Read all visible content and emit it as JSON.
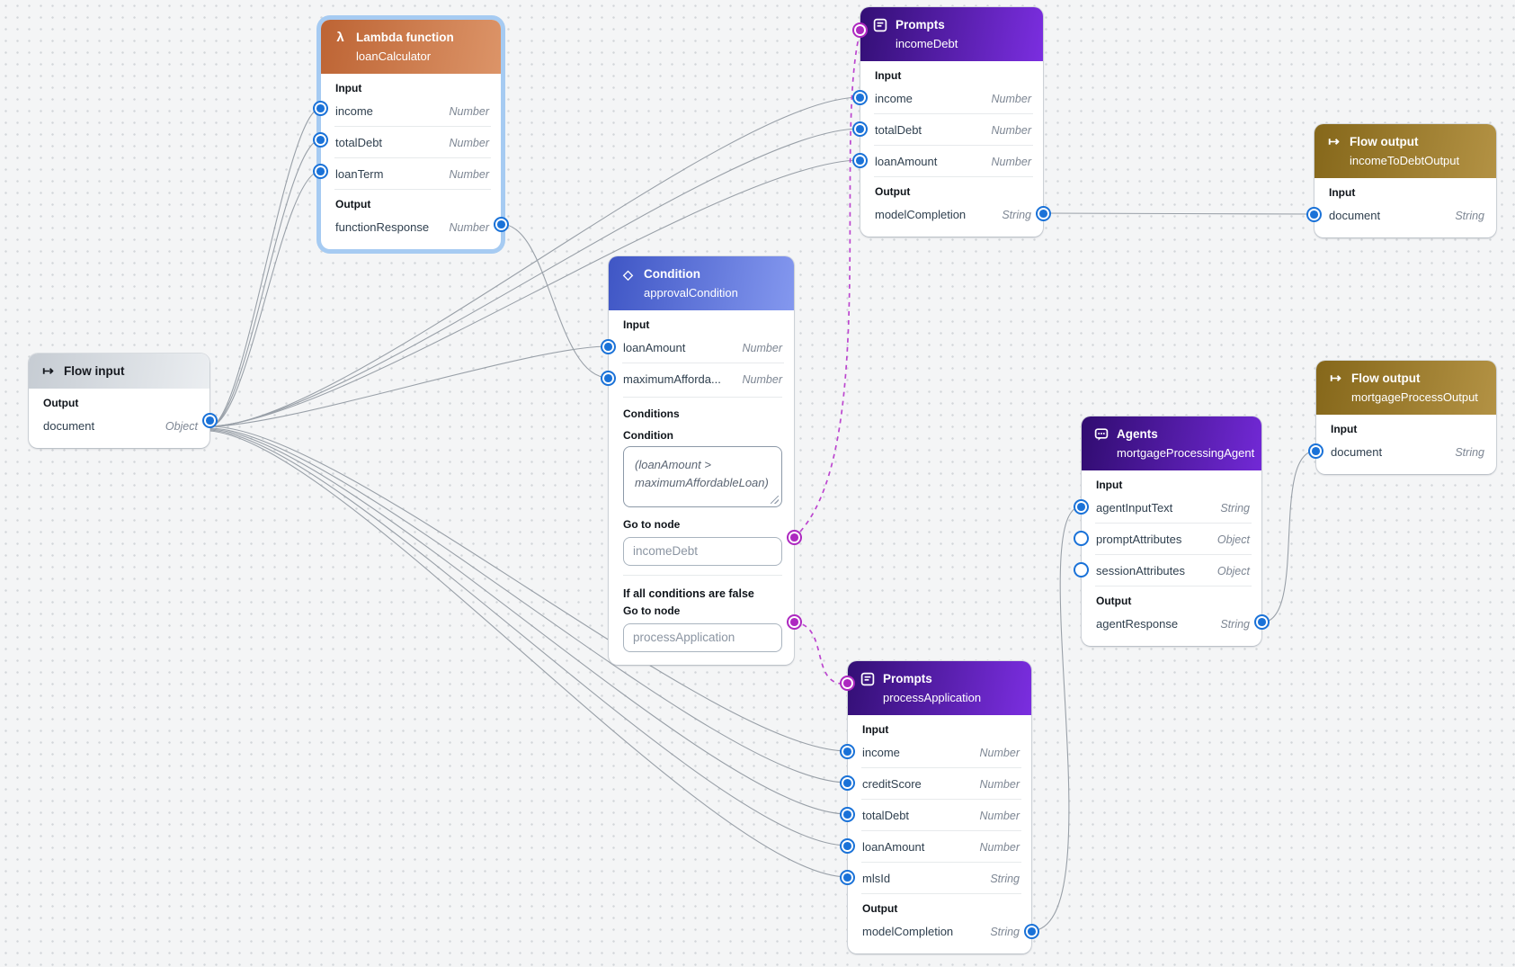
{
  "labels": {
    "input": "Input",
    "output": "Output",
    "conditions": "Conditions",
    "condition": "Condition",
    "go_to_node": "Go to node",
    "if_all_false": "If all conditions are false"
  },
  "colors": {
    "port_blue": "#1a72d8",
    "port_magenta": "#ad29c0",
    "edge_gray": "#99a0a8",
    "edge_condition_dashed": "#bc46cf",
    "header_flow_input": "#d8dde2",
    "header_lambda": "#c9763f",
    "header_prompts": "#5a1fbf",
    "header_condition": "#5570d8",
    "header_agents": "#521bc0",
    "header_flow_output": "#96782a",
    "selection_halo": "#a6cbf2"
  },
  "nodes": {
    "flowInput": {
      "type": "Flow input",
      "icon": "flow-arrow-icon",
      "outputs": [
        {
          "name": "document",
          "type": "Object"
        }
      ]
    },
    "loanCalculator": {
      "type": "Lambda function",
      "name": "loanCalculator",
      "icon": "lambda-icon",
      "selected": true,
      "inputs": [
        {
          "name": "income",
          "type": "Number"
        },
        {
          "name": "totalDebt",
          "type": "Number"
        },
        {
          "name": "loanTerm",
          "type": "Number"
        }
      ],
      "outputs": [
        {
          "name": "functionResponse",
          "type": "Number"
        }
      ]
    },
    "incomeDebt": {
      "type": "Prompts",
      "name": "incomeDebt",
      "icon": "prompt-document-icon",
      "inputs": [
        {
          "name": "income",
          "type": "Number"
        },
        {
          "name": "totalDebt",
          "type": "Number"
        },
        {
          "name": "loanAmount",
          "type": "Number"
        }
      ],
      "outputs": [
        {
          "name": "modelCompletion",
          "type": "String"
        }
      ]
    },
    "incomeToDebtOutput": {
      "type": "Flow output",
      "name": "incomeToDebtOutput",
      "icon": "flow-arrow-icon",
      "inputs": [
        {
          "name": "document",
          "type": "String"
        }
      ]
    },
    "approvalCondition": {
      "type": "Condition",
      "name": "approvalCondition",
      "icon": "diamond-icon",
      "inputs": [
        {
          "name": "loanAmount",
          "type": "Number"
        },
        {
          "name": "maximumAfforda...",
          "type": "Number"
        }
      ],
      "condition_expression": "(loanAmount > maximumAffordableLoan)",
      "goto_if_true": "incomeDebt",
      "goto_if_false": "processApplication"
    },
    "mortgageProcessingAgent": {
      "type": "Agents",
      "name": "mortgageProcessingAgent",
      "icon": "chat-bubble-icon",
      "inputs": [
        {
          "name": "agentInputText",
          "type": "String",
          "connected": true
        },
        {
          "name": "promptAttributes",
          "type": "Object",
          "connected": false
        },
        {
          "name": "sessionAttributes",
          "type": "Object",
          "connected": false
        }
      ],
      "outputs": [
        {
          "name": "agentResponse",
          "type": "String"
        }
      ]
    },
    "mortgageProcessOutput": {
      "type": "Flow output",
      "name": "mortgageProcessOutput",
      "icon": "flow-arrow-icon",
      "inputs": [
        {
          "name": "document",
          "type": "String"
        }
      ]
    },
    "processApplication": {
      "type": "Prompts",
      "name": "processApplication",
      "icon": "prompt-document-icon",
      "inputs": [
        {
          "name": "income",
          "type": "Number"
        },
        {
          "name": "creditScore",
          "type": "Number"
        },
        {
          "name": "totalDebt",
          "type": "Number"
        },
        {
          "name": "loanAmount",
          "type": "Number"
        },
        {
          "name": "mlsId",
          "type": "String"
        }
      ],
      "outputs": [
        {
          "name": "modelCompletion",
          "type": "String"
        }
      ]
    }
  },
  "edges": [
    {
      "from": "flowInput.document",
      "to": "loanCalculator.income",
      "style": "solid"
    },
    {
      "from": "flowInput.document",
      "to": "loanCalculator.totalDebt",
      "style": "solid"
    },
    {
      "from": "flowInput.document",
      "to": "loanCalculator.loanTerm",
      "style": "solid"
    },
    {
      "from": "flowInput.document",
      "to": "incomeDebt.income",
      "style": "solid"
    },
    {
      "from": "flowInput.document",
      "to": "incomeDebt.totalDebt",
      "style": "solid"
    },
    {
      "from": "flowInput.document",
      "to": "incomeDebt.loanAmount",
      "style": "solid"
    },
    {
      "from": "flowInput.document",
      "to": "approvalCondition.loanAmount",
      "style": "solid"
    },
    {
      "from": "flowInput.document",
      "to": "processApplication.income",
      "style": "solid"
    },
    {
      "from": "flowInput.document",
      "to": "processApplication.creditScore",
      "style": "solid"
    },
    {
      "from": "flowInput.document",
      "to": "processApplication.totalDebt",
      "style": "solid"
    },
    {
      "from": "flowInput.document",
      "to": "processApplication.loanAmount",
      "style": "solid"
    },
    {
      "from": "flowInput.document",
      "to": "processApplication.mlsId",
      "style": "solid"
    },
    {
      "from": "loanCalculator.functionResponse",
      "to": "approvalCondition.maximumAffordableLoan",
      "style": "solid"
    },
    {
      "from": "incomeDebt.modelCompletion",
      "to": "incomeToDebtOutput.document",
      "style": "solid"
    },
    {
      "from": "processApplication.modelCompletion",
      "to": "mortgageProcessingAgent.agentInputText",
      "style": "solid"
    },
    {
      "from": "mortgageProcessingAgent.agentResponse",
      "to": "mortgageProcessOutput.document",
      "style": "solid"
    },
    {
      "from": "approvalCondition.condition_true",
      "to": "incomeDebt",
      "style": "dashed"
    },
    {
      "from": "approvalCondition.condition_false",
      "to": "processApplication",
      "style": "dashed"
    }
  ]
}
